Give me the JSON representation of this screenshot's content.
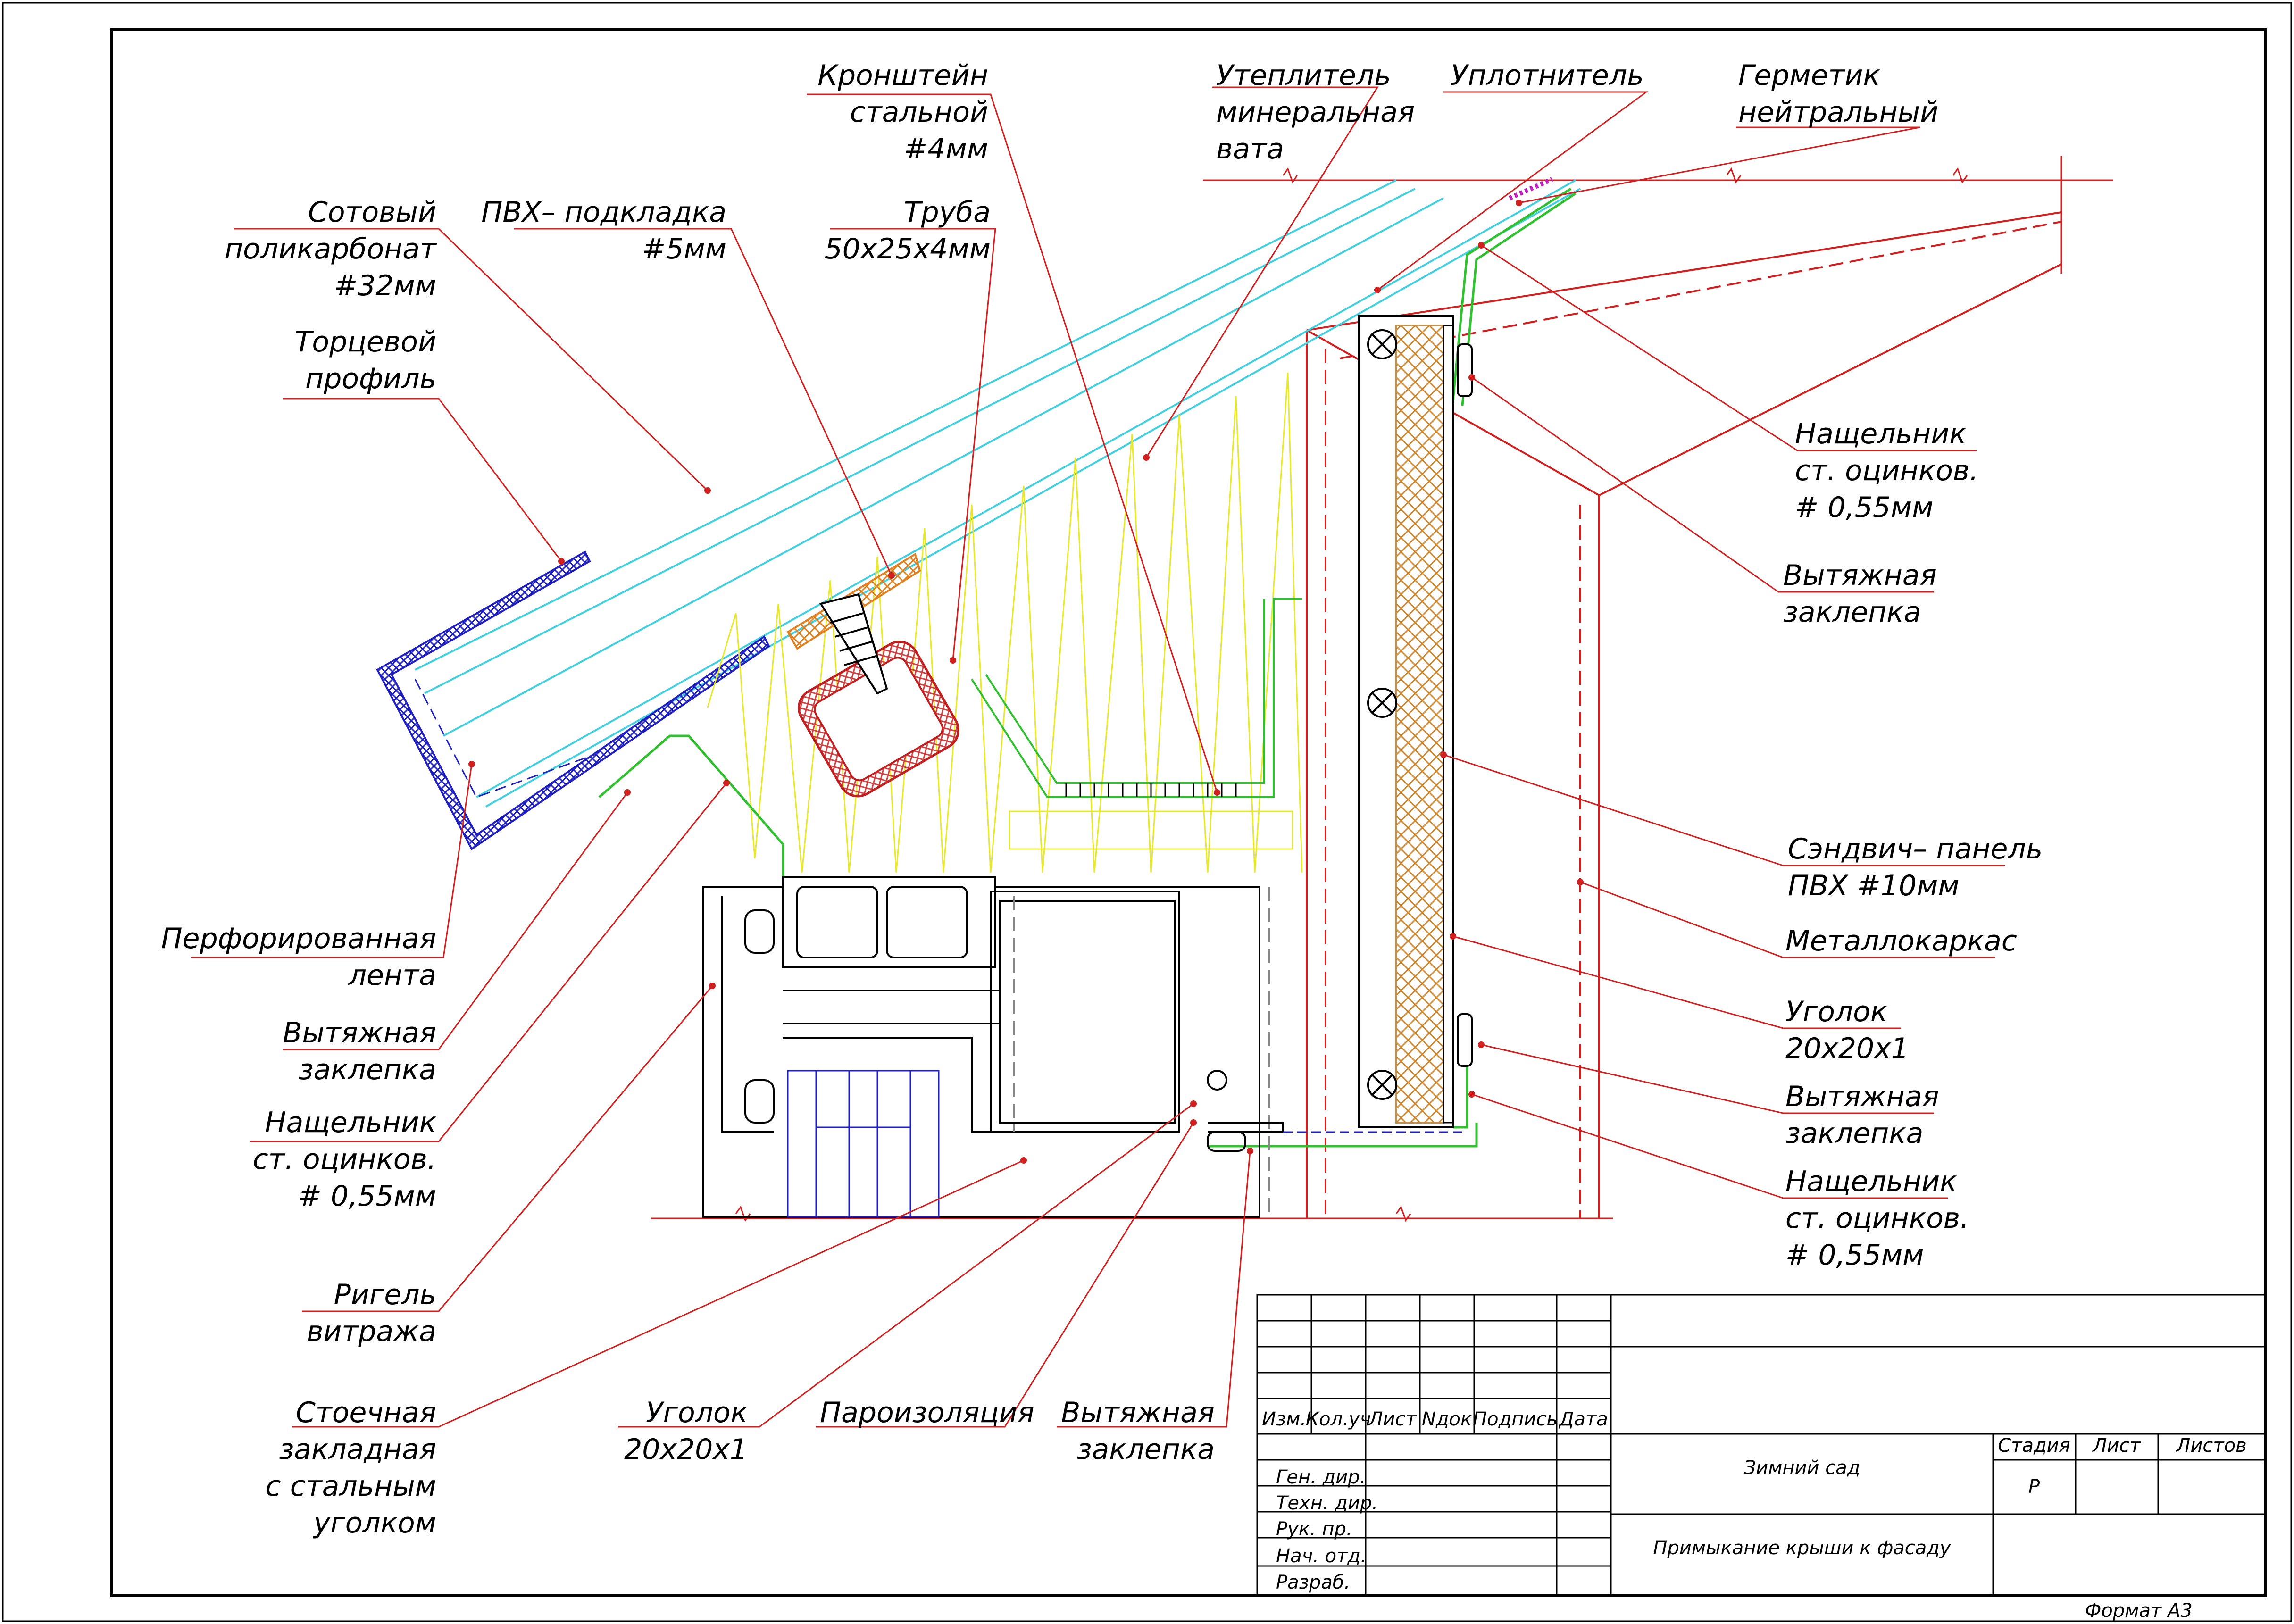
{
  "labels": {
    "kronshtein": [
      "Кронштейн",
      "стальной",
      "#4мм"
    ],
    "uteplitel": [
      "Утеплитель",
      "минеральная",
      "вата"
    ],
    "uplotnitel": [
      "Уплотнитель"
    ],
    "germetik": [
      "Герметик",
      "нейтральный"
    ],
    "sotoviy": [
      "Сотовый",
      "поликарбонат",
      "#32мм"
    ],
    "pvh_podkladka": [
      "ПВХ– подкладка",
      "#5мм"
    ],
    "truba": [
      "Труба",
      "50х25х4мм"
    ],
    "torcevoy": [
      "Торцевой",
      "профиль"
    ],
    "nashchelnik_top": [
      "Нащельник",
      "ст.  оцинков.",
      "# 0,55мм"
    ],
    "zaklepka_top": [
      "Вытяжная",
      "заклепка"
    ],
    "sendvich": [
      "Сэндвич– панель",
      "ПВХ #10мм"
    ],
    "metallokarkas": [
      "Металлокаркас"
    ],
    "ugolok_right": [
      "Уголок",
      "20х20х1"
    ],
    "zaklepka_right": [
      "Вытяжная",
      "заклепка"
    ],
    "nashchelnik_right": [
      "Нащельник",
      "ст.  оцинков.",
      "# 0,55мм"
    ],
    "perforirovannaya": [
      "Перфорированная",
      "лента"
    ],
    "zaklepka_left": [
      "Вытяжная",
      "заклепка"
    ],
    "nashchelnik_left": [
      "Нащельник",
      "ст.  оцинков.",
      "# 0,55мм"
    ],
    "rigel": [
      "Ригель",
      "витража"
    ],
    "stoechnaya": [
      "Стоечная",
      "закладная",
      "с  стальным",
      "уголком"
    ],
    "ugolok_bottom": [
      "Уголок",
      "20х20х1"
    ],
    "paroizolyaciya": [
      "Пароизоляция"
    ],
    "zaklepka_bottom": [
      "Вытяжная",
      "заклепка"
    ]
  },
  "title_block": {
    "headers": [
      "Изм.",
      "Кол.уч",
      "Лист",
      "Nдок",
      "Подпись",
      "Дата"
    ],
    "roles": [
      "Ген.  дир.",
      "Техн.  дир.",
      "Рук.  пр.",
      "Нач.  отд.",
      "Разраб."
    ],
    "project": "Зимний  сад",
    "sheet_title": "Примыкание  крыши  к  фасаду",
    "stage_header": "Стадия",
    "sheet_header": "Лист",
    "sheets_header": "Листов",
    "stage_value": "Р"
  },
  "format": "Формат  А3",
  "colors": {
    "leader": "#d02020",
    "polycarbonate": "#40d0e0",
    "insulation": "#e8e830",
    "flashing": "#30c030",
    "profile_blue": "#2020c0",
    "pvc_pad": "#e08020",
    "pipe": "#c02020",
    "sandwich": "#c09050"
  }
}
